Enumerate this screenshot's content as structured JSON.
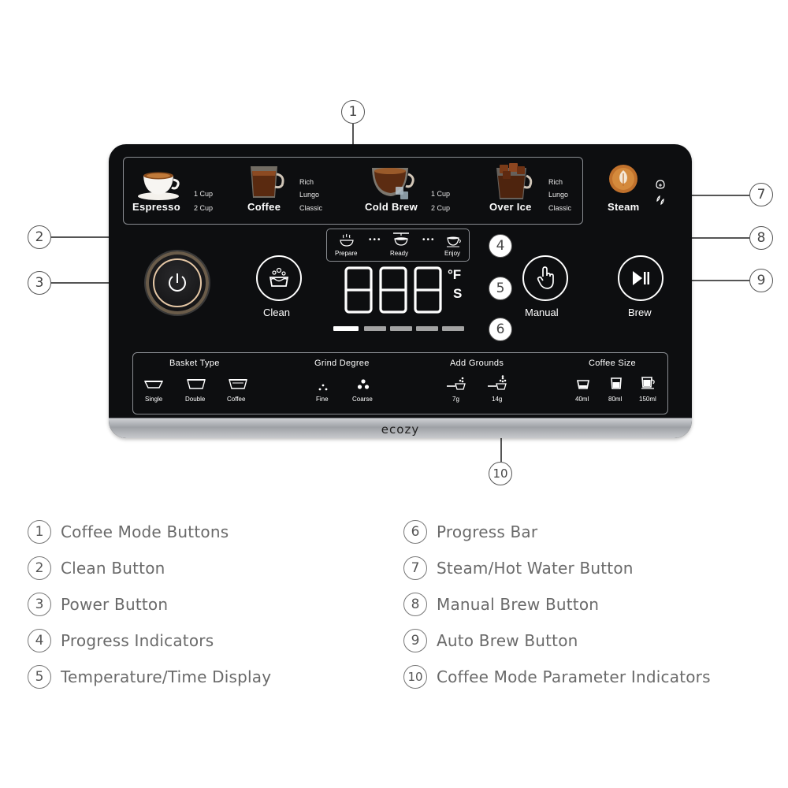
{
  "brand": "ecozy",
  "modes": [
    {
      "name": "Espresso",
      "options": [
        "1 Cup",
        "2 Cup"
      ]
    },
    {
      "name": "Coffee",
      "options": [
        "Rich",
        "Lungo",
        "Classic"
      ]
    },
    {
      "name": "Cold Brew",
      "options": [
        "1 Cup",
        "2 Cup"
      ]
    },
    {
      "name": "Over Ice",
      "options": [
        "Rich",
        "Lungo",
        "Classic"
      ]
    }
  ],
  "steam_label": "Steam",
  "clean_label": "Clean",
  "manual_label": "Manual",
  "brew_label": "Brew",
  "progress": [
    "Prepare",
    "Ready",
    "Enjoy"
  ],
  "display": {
    "digits": "888",
    "unit_f": "°F",
    "unit_s": "S"
  },
  "params": {
    "basket": {
      "title": "Basket Type",
      "items": [
        "Single",
        "Double",
        "Coffee"
      ]
    },
    "grind": {
      "title": "Grind Degree",
      "items": [
        "Fine",
        "Coarse"
      ]
    },
    "grounds": {
      "title": "Add Grounds",
      "items": [
        "7g",
        "14g"
      ]
    },
    "size": {
      "title": "Coffee Size",
      "items": [
        "40ml",
        "80ml",
        "150ml"
      ]
    }
  },
  "callouts": [
    "1",
    "2",
    "3",
    "4",
    "5",
    "6",
    "7",
    "8",
    "9",
    "10"
  ],
  "legend": [
    {
      "num": "1",
      "text": "Coffee Mode Buttons"
    },
    {
      "num": "2",
      "text": "Clean Button"
    },
    {
      "num": "3",
      "text": "Power Button"
    },
    {
      "num": "4",
      "text": "Progress Indicators"
    },
    {
      "num": "5",
      "text": "Temperature/Time Display"
    },
    {
      "num": "6",
      "text": "Progress Bar"
    },
    {
      "num": "7",
      "text": "Steam/Hot Water Button"
    },
    {
      "num": "8",
      "text": "Manual Brew Button"
    },
    {
      "num": "9",
      "text": "Auto Brew Button"
    },
    {
      "num": "10",
      "text": "Coffee Mode Parameter Indicators"
    }
  ]
}
